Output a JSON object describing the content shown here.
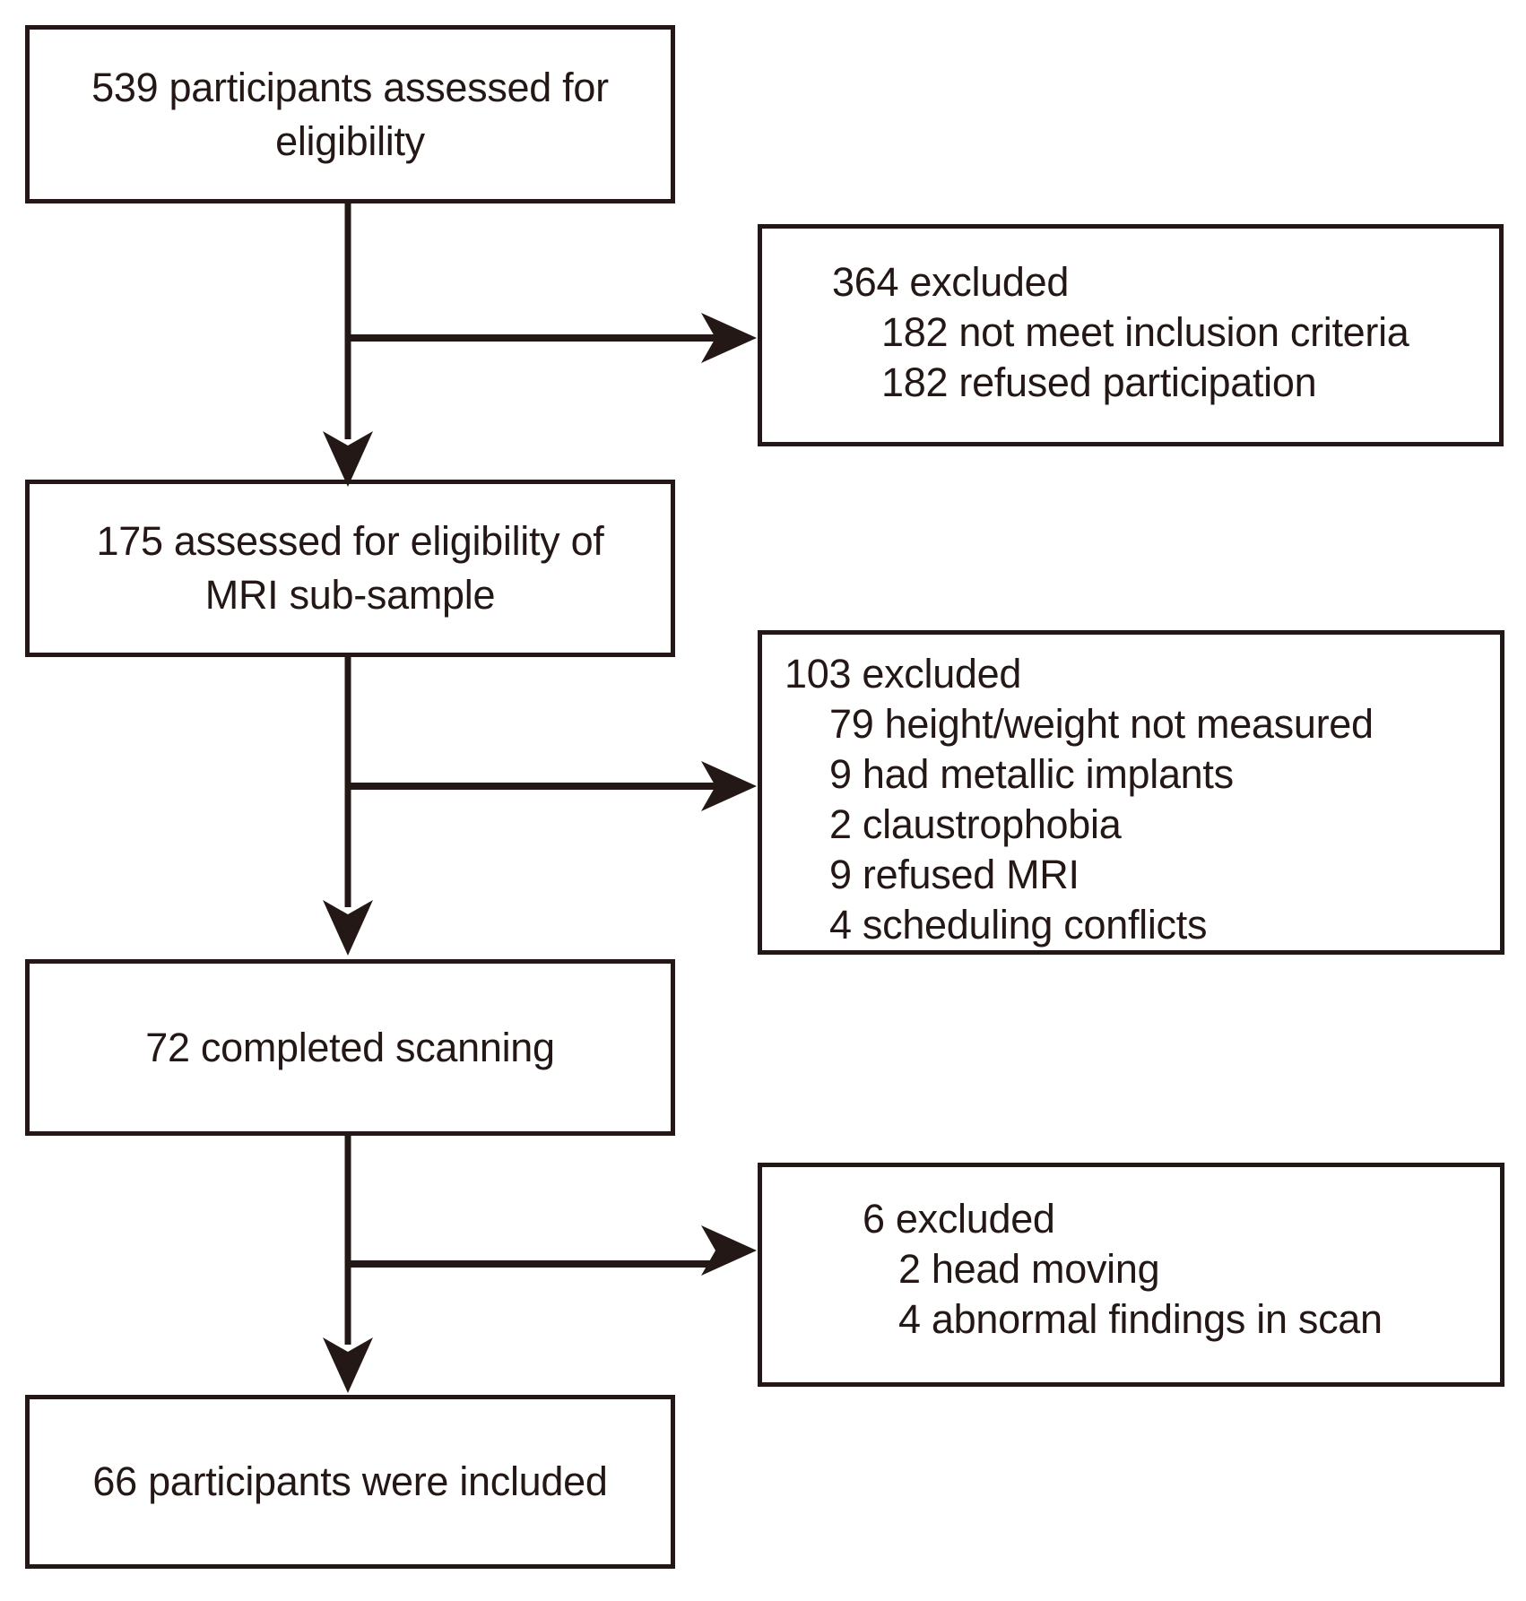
{
  "diagram": {
    "title": "participant-flow-diagram",
    "ink_color": "#231815",
    "background_color": "#ffffff",
    "main_boxes": [
      {
        "id": "assessed",
        "lines": [
          "539 participants assessed for",
          "eligibility"
        ]
      },
      {
        "id": "mri_subsample",
        "lines": [
          "175 assessed for eligibility of",
          "MRI sub-sample"
        ]
      },
      {
        "id": "completed",
        "lines": [
          "72 completed scanning"
        ]
      },
      {
        "id": "included",
        "lines": [
          "66 participants were included"
        ]
      }
    ],
    "exclusion_boxes": [
      {
        "id": "excluded_364",
        "heading": "364 excluded",
        "items": [
          "182 not meet inclusion criteria",
          "182 refused participation"
        ]
      },
      {
        "id": "excluded_103",
        "heading": "103 excluded",
        "items": [
          "79 height/weight not measured",
          "9 had metallic implants",
          "2 claustrophobia",
          "9 refused MRI",
          "4 scheduling conflicts"
        ]
      },
      {
        "id": "excluded_6",
        "heading": "6 excluded",
        "items": [
          "2 head moving",
          "4 abnormal findings in scan"
        ]
      }
    ]
  }
}
